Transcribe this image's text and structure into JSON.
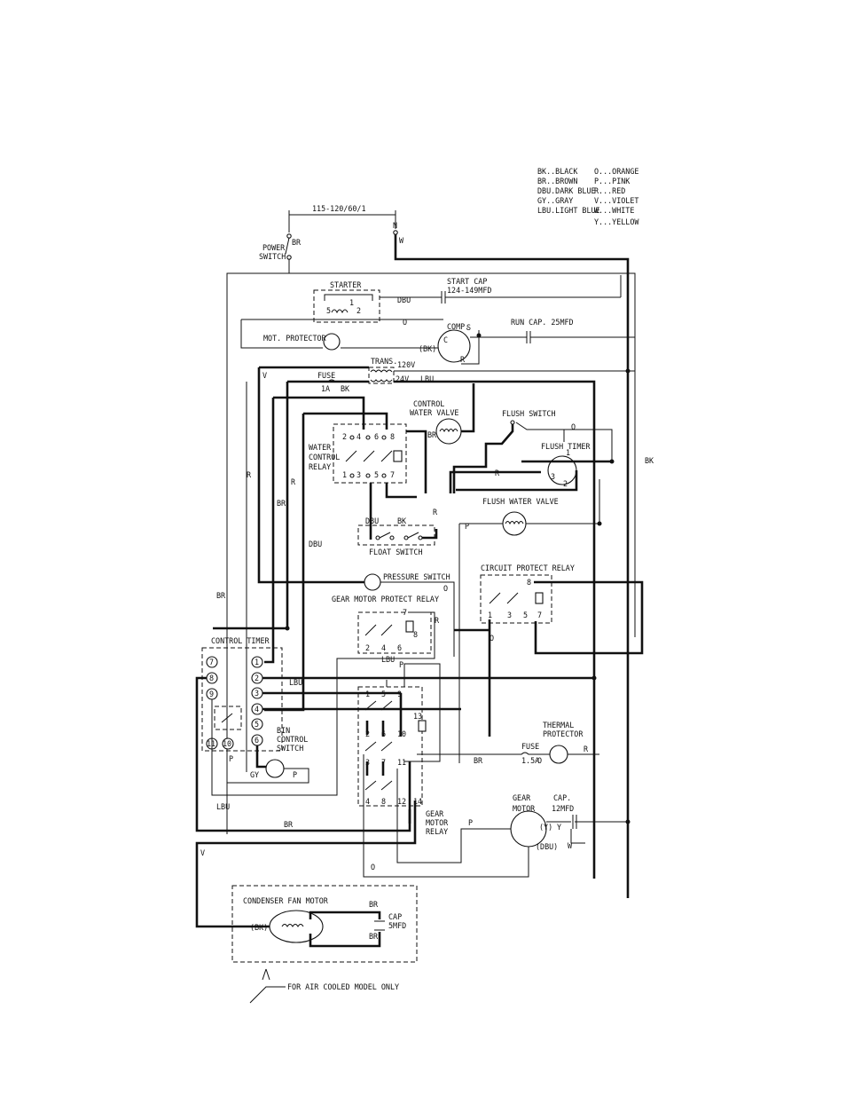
{
  "legend": {
    "left": [
      "BK..BLACK",
      "BR..BROWN",
      "DBU.DARK BLUE",
      "GY..GRAY",
      "LBU.LIGHT BLUE"
    ],
    "right": [
      "O...ORANGE",
      "P...PINK",
      "R...RED",
      "V...VIOLET",
      "W...WHITE",
      "Y...YELLOW"
    ]
  },
  "supply": {
    "label": "115-120/60/1",
    "line_br": "BR",
    "neutral_n": "N",
    "neutral_w": "W"
  },
  "power_switch": {
    "line1": "POWER",
    "line2": "SWITCH"
  },
  "starter": {
    "title": "STARTER",
    "t5": "5",
    "t1": "1",
    "t2": "2",
    "wire_dbu": "DBU"
  },
  "start_cap": {
    "line1": "START CAP",
    "line2": "124-149MFD"
  },
  "run_cap": {
    "label": "RUN CAP. 25MFD"
  },
  "compressor": {
    "title": "COMP.",
    "c": "C",
    "s": "S",
    "r": "R",
    "bk": "(BK)",
    "wire_o": "O"
  },
  "mot_protector": {
    "label": "MOT. PROTECTOR"
  },
  "trans": {
    "title": "TRANS.",
    "v120": "120V",
    "v24": "24V",
    "lbu": "LBU"
  },
  "fuse1": {
    "title": "FUSE",
    "rating": "1A",
    "bk": "BK"
  },
  "wires": {
    "v": "V",
    "r1": "R",
    "r2": "R",
    "br1": "BR",
    "dbu": "DBU",
    "br2": "BR",
    "bk_right": "BK",
    "r3": "R",
    "r4": "R",
    "o1": "O",
    "p1": "P"
  },
  "water_control_relay": {
    "line1": "WATER",
    "line2": "CONTROL",
    "line3": "RELAY",
    "top": [
      "2",
      "4",
      "6",
      "8"
    ],
    "bottom": [
      "1",
      "3",
      "5",
      "7"
    ]
  },
  "control_water_valve": {
    "line1": "CONTROL",
    "line2": "WATER VALVE",
    "br": "BR"
  },
  "flush_switch": {
    "label": "FLUSH SWITCH",
    "o": "O"
  },
  "flush_timer": {
    "label": "FLUSH TIMER",
    "t1": "1",
    "t2": "2",
    "t3": "3"
  },
  "flush_water_valve": {
    "label": "FLUSH WATER VALVE"
  },
  "float_switch": {
    "label": "FLOAT SWITCH",
    "dbu": "DBU",
    "bk": "BK"
  },
  "pressure_switch": {
    "label": "PRESSURE SWITCH",
    "o": "O"
  },
  "gear_motor_protect_relay": {
    "label": "GEAR MOTOR PROTECT RELAY",
    "t7": "7",
    "t8": "8",
    "t2": "2",
    "t4": "4",
    "t6": "6",
    "lbu": "LBU",
    "p": "P",
    "r": "R"
  },
  "circuit_protect_relay": {
    "label": "CIRCUIT PROTECT RELAY",
    "t8": "8",
    "t1": "1",
    "t3": "3",
    "t5": "5",
    "t7": "7",
    "o": "O"
  },
  "control_timer": {
    "label": "CONTROL TIMER",
    "left": [
      "7",
      "8",
      "9"
    ],
    "right": [
      "1",
      "2",
      "3",
      "4",
      "5",
      "6"
    ],
    "bottom": [
      "11",
      "10"
    ],
    "lbu": "LBU",
    "p": "P"
  },
  "bin_control_switch": {
    "line1": "BIN",
    "line2": "CONTROL",
    "line3": "SWITCH",
    "gy": "GY",
    "p": "P"
  },
  "gear_motor_relay": {
    "line1": "GEAR",
    "line2": "MOTOR",
    "line3": "RELAY",
    "row1": [
      "1",
      "5",
      "9"
    ],
    "row2": [
      "2",
      "6",
      "10"
    ],
    "row3": [
      "3",
      "7",
      "11"
    ],
    "row4": [
      "4",
      "8",
      "12"
    ],
    "t13": "13",
    "t14": "14"
  },
  "thermal_protector": {
    "line1": "THERMAL",
    "line2": "PROTECTOR",
    "r": "R"
  },
  "fuse2": {
    "title": "FUSE",
    "rating": "1.5A",
    "o": "O",
    "br": "BR"
  },
  "gear_motor": {
    "line1": "GEAR",
    "line2": "MOTOR",
    "y": "(Y)",
    "y2": "Y",
    "dbu": "(DBU)",
    "w": "W",
    "p": "P",
    "o": "O"
  },
  "cap12": {
    "line1": "CAP.",
    "line2": "12MFD"
  },
  "lower_wires": {
    "lbu": "LBU",
    "br": "BR",
    "v": "V",
    "br_left": "BR",
    "lbu2": "LBU",
    "br_right": "BR"
  },
  "condenser": {
    "label": "CONDENSER FAN MOTOR",
    "bk": "(BK)",
    "br1": "BR",
    "br2": "BR",
    "cap1": "CAP",
    "cap2": "5MFD"
  },
  "footnote": "FOR AIR COOLED MODEL ONLY"
}
